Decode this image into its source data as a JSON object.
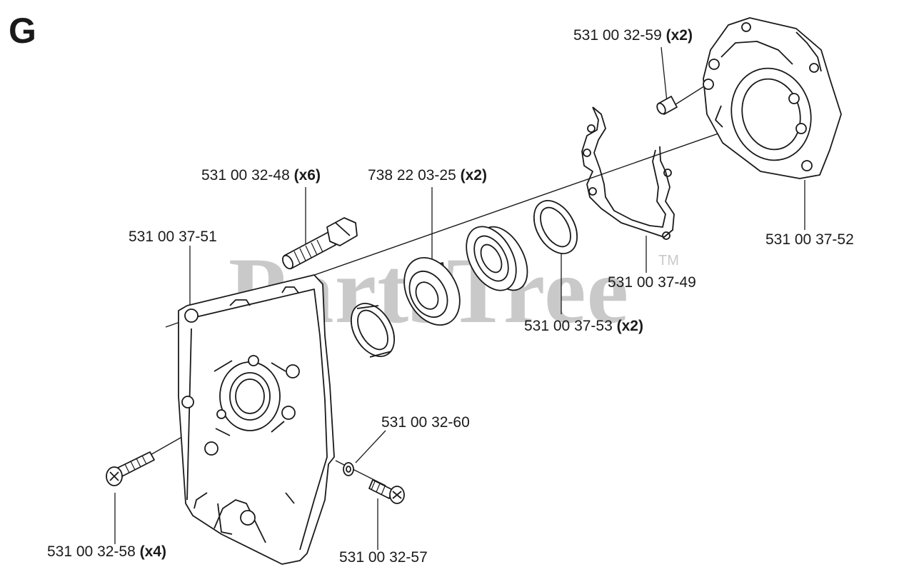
{
  "section_letter": "G",
  "watermark": {
    "text": "PartsTree",
    "tm": "TM"
  },
  "parts": [
    {
      "number": "531 00 32-59",
      "qty": "(x2)"
    },
    {
      "number": "531 00 32-48",
      "qty": "(x6)"
    },
    {
      "number": "738 22 03-25",
      "qty": "(x2)"
    },
    {
      "number": "531 00 37-51",
      "qty": ""
    },
    {
      "number": "531 00 37-52",
      "qty": ""
    },
    {
      "number": "531 00 37-49",
      "qty": ""
    },
    {
      "number": "531 00 37-53",
      "qty": "(x2)"
    },
    {
      "number": "531 00 32-60",
      "qty": ""
    },
    {
      "number": "531 00 32-58",
      "qty": "(x4)"
    },
    {
      "number": "531 00 32-57",
      "qty": ""
    }
  ]
}
